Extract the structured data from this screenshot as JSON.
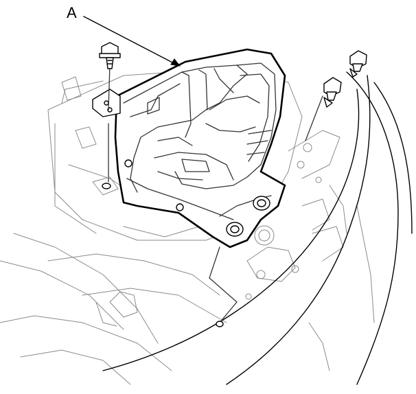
{
  "diagram": {
    "callouts": [
      {
        "id": "A",
        "text": "A",
        "target": "air-intake-duct-bracket"
      }
    ],
    "fasteners": [
      "bolt-top-left",
      "clip-right-upper",
      "clip-right-lower"
    ]
  }
}
